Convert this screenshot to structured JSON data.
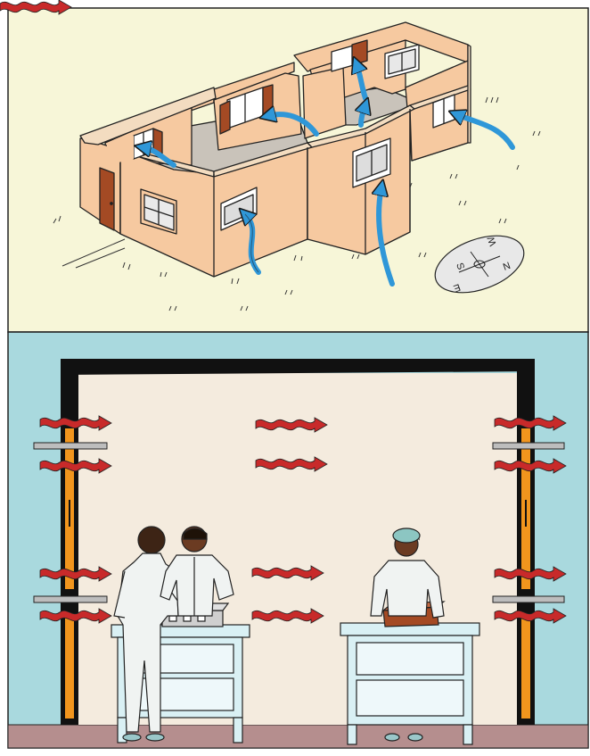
{
  "panels": {
    "top": {
      "background": "#f7f6d8",
      "wall_color": "#f6c9a0",
      "floor_color": "#c9c3ba",
      "arrow_color": "#2f97d8",
      "door_color": "#a44a24"
    },
    "bottom": {
      "sky_color": "#a9d9de",
      "wall_color": "#f4ebde",
      "ground_color": "#b58e8e",
      "frame_color": "#111111",
      "pillar_color": "#f1951d",
      "arrow_color": "#c82a2a"
    }
  },
  "compass": {
    "letters": [
      "S",
      "W",
      "N",
      "E"
    ]
  },
  "icons": {
    "airflow": "airflow-arrow-icon",
    "heat": "heat-wave-arrow-icon",
    "compass": "compass-icon"
  }
}
